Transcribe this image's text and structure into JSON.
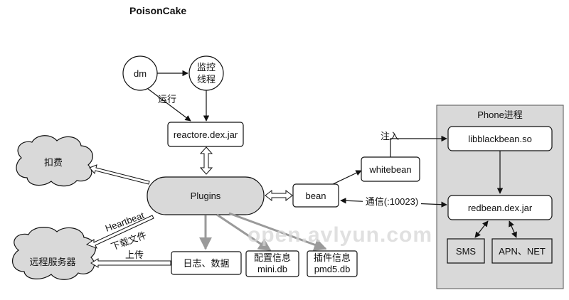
{
  "title": "PoisonCake",
  "nodes": {
    "dm": "dm",
    "monitor_line1": "监控",
    "monitor_line2": "线程",
    "reactore": "reactore.dex.jar",
    "plugins": "Plugins",
    "bean": "bean",
    "whitebean": "whitebean",
    "koufei": "扣费",
    "remote_server": "远程服务器",
    "logs": "日志、数据",
    "config_line1": "配置信息",
    "config_line2": "mini.db",
    "plugin_line1": "插件信息",
    "plugin_line2": "pmd5.db",
    "phone_process": "Phone进程",
    "libblackbean": "libblackbean.so",
    "redbean": "redbean.dex.jar",
    "sms": "SMS",
    "apn": "APN、NET"
  },
  "edge_labels": {
    "run": "运行",
    "heartbeat": "Heartbeat",
    "download": "下载文件",
    "upload": "上传",
    "inject": "注入",
    "comm": "通信(:10023)"
  },
  "watermark": "open.avlyun.com"
}
